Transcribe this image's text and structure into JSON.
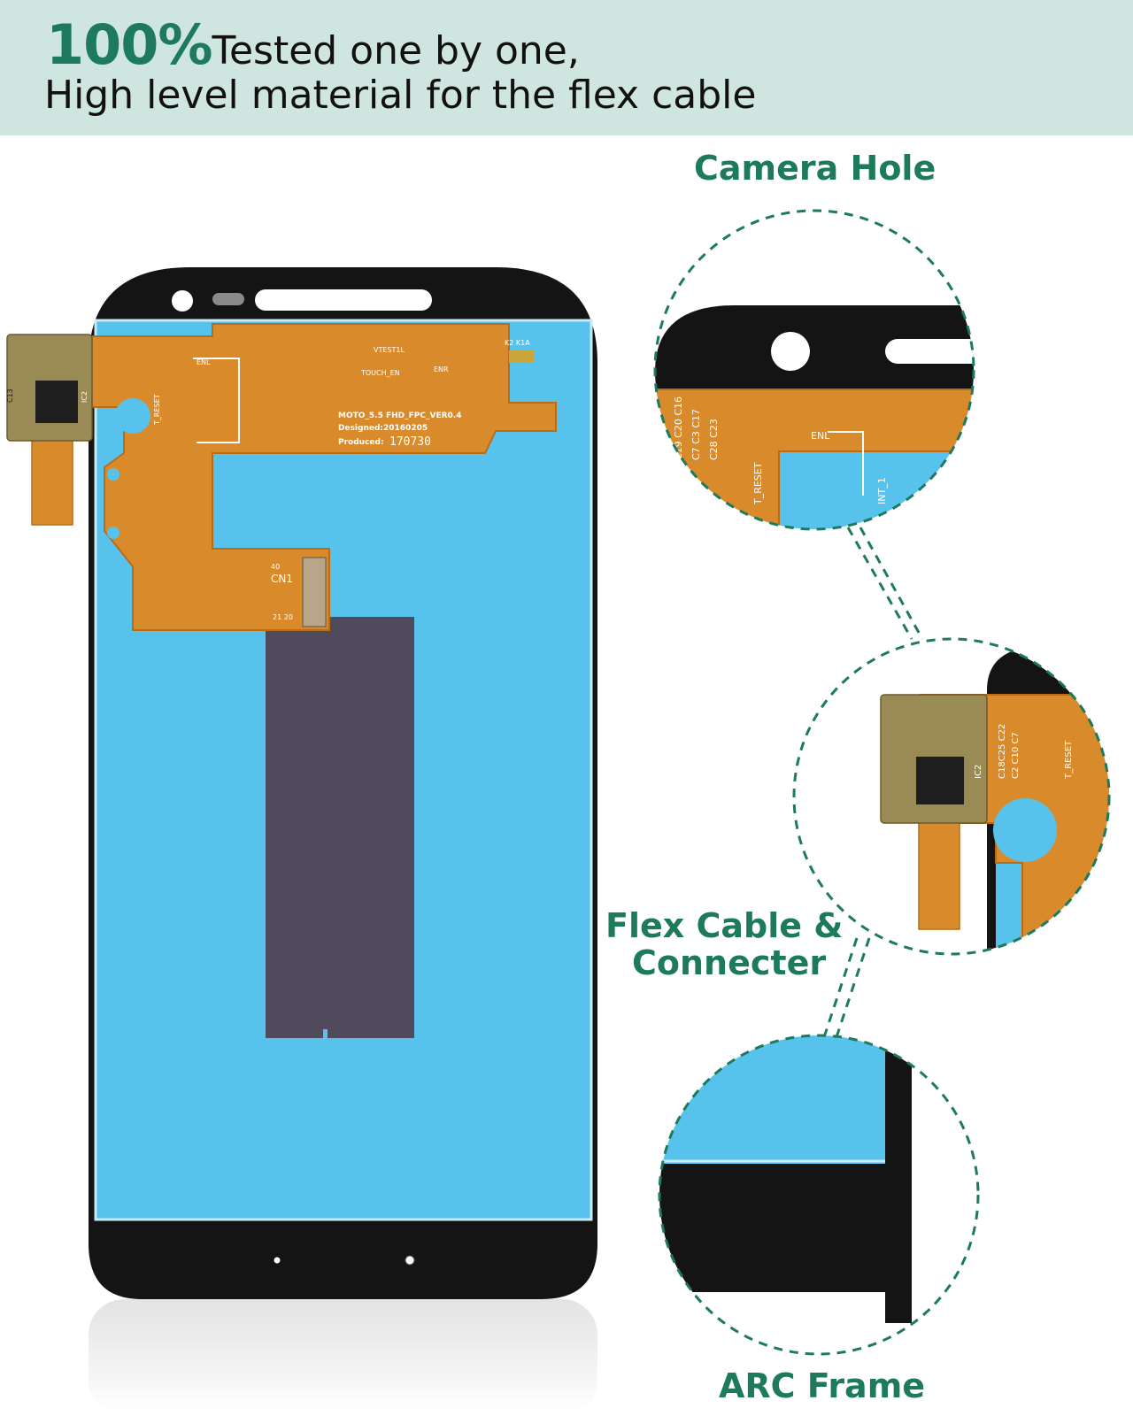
{
  "banner": {
    "highlight": "100%",
    "line1": "Tested one by one,",
    "line2": "High level material for the flex cable",
    "background_color": "#cfe5df",
    "accent_color": "#1d7a5c"
  },
  "callouts": {
    "camera_hole": "Camera Hole",
    "flex_line1": "Flex Cable &",
    "flex_line2": "Connecter",
    "arc_frame": "ARC Frame"
  },
  "flex_labels": {
    "model": "MOTO_5.5 FHD_FPC_VER0.4",
    "designed": "Designed:20160205",
    "produced": "Produced:",
    "produced_mark": "170730",
    "vtest": "VTEST1L",
    "touch_en": "TOUCH_EN",
    "enl": "ENL",
    "enr": "ENR",
    "connector": "CN1",
    "pin_40": "40",
    "pin_21": "21 20",
    "reset": "T_RESET",
    "ic2": "IC2",
    "c13": "C13",
    "k2k1a": "K2 K1A"
  },
  "colors": {
    "lcd_blue": "#57c3ec",
    "frame_black": "#141414",
    "flex_orange": "#d98b2c",
    "shield_grey": "#4f4a5c"
  },
  "icons": [
    "camera-hole-icon",
    "earpiece-slot-icon",
    "sensor-dot-icon"
  ]
}
